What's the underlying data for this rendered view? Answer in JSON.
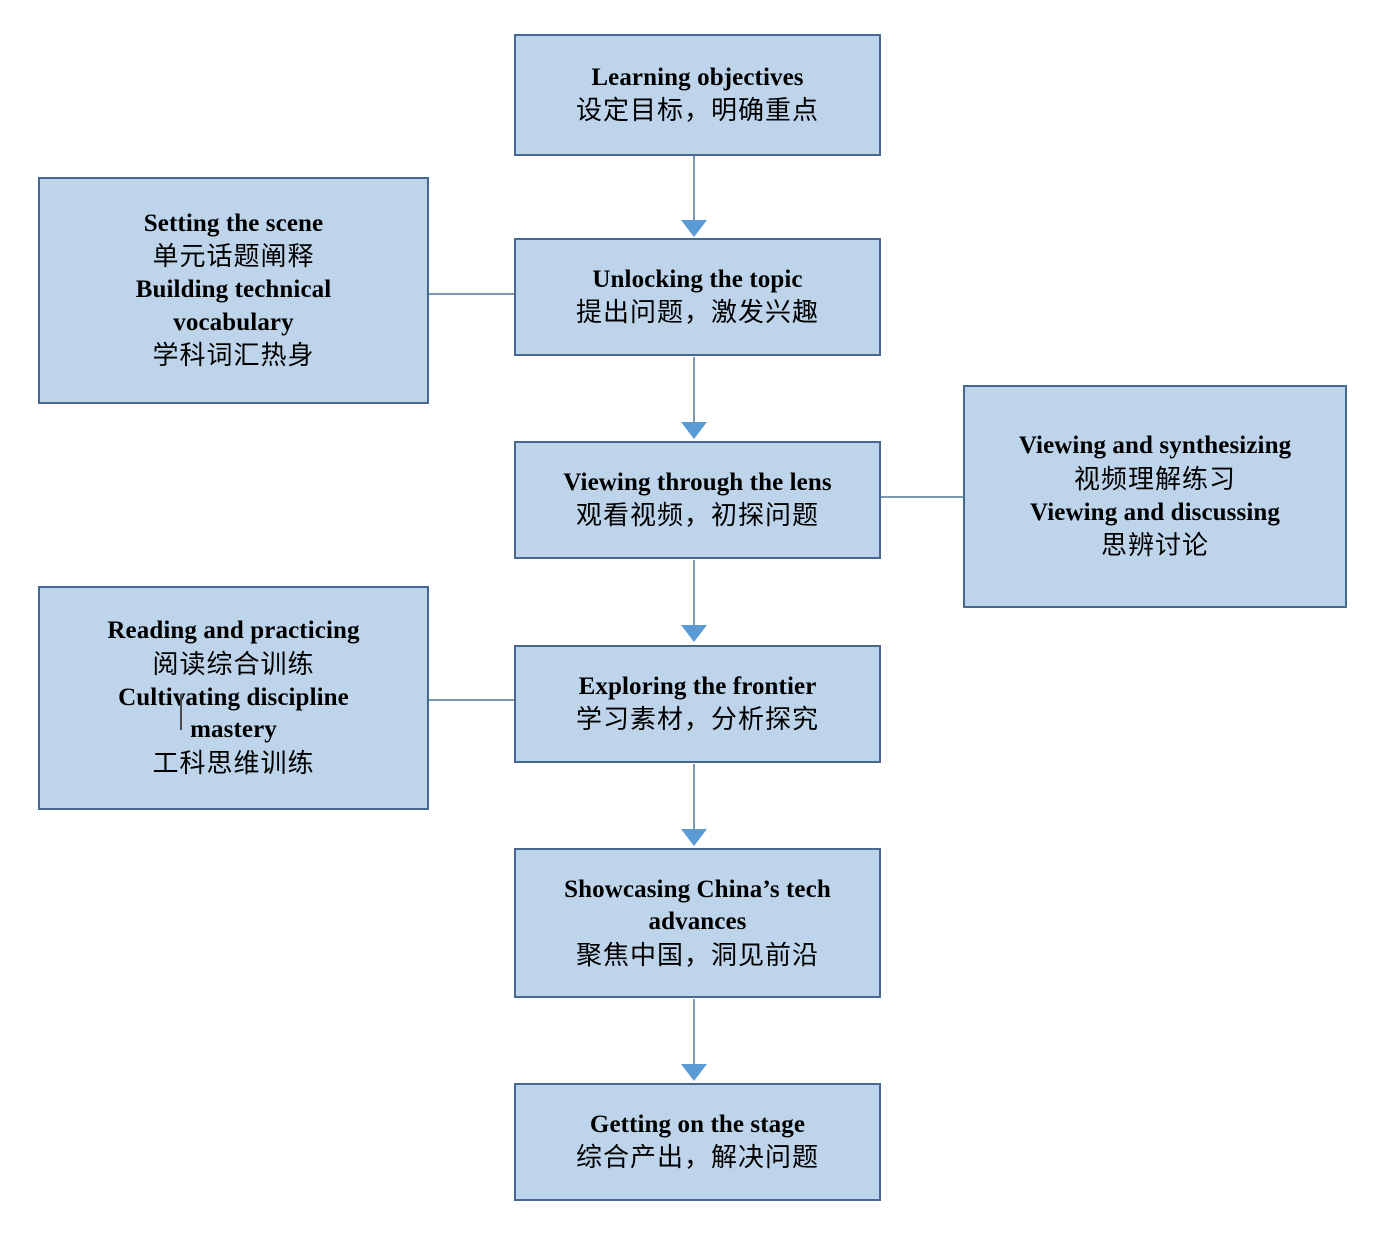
{
  "diagram": {
    "title": "Teaching flow chart",
    "palette": {
      "node_fill": "#bdd4ea",
      "node_border": "#48698f",
      "connector": "#7d98b3",
      "arrowhead": "#5b9bd5",
      "text": "#000000",
      "background": "#ffffff"
    },
    "main_flow": [
      {
        "id": "learning-objectives",
        "en": "Learning objectives",
        "cn": "设定目标，明确重点"
      },
      {
        "id": "unlocking-the-topic",
        "en": "Unlocking the topic",
        "cn": "提出问题，激发兴趣"
      },
      {
        "id": "viewing-through-the-lens",
        "en": "Viewing through the lens",
        "cn": "观看视频，初探问题"
      },
      {
        "id": "exploring-the-frontier",
        "en": "Exploring the frontier",
        "cn": "学习素材，分析探究"
      },
      {
        "id": "showcasing-china-tech-advances",
        "en": "Showcasing China’s tech advances",
        "cn": "聚焦中国，洞见前沿"
      },
      {
        "id": "getting-on-the-stage",
        "en": "Getting on the stage",
        "cn": "综合产出，解决问题"
      }
    ],
    "side_notes": [
      {
        "id": "setting-the-scene",
        "side": "left",
        "lines": [
          {
            "text": "Setting the scene",
            "lang": "en"
          },
          {
            "text": "单元话题阐释",
            "lang": "cn"
          },
          {
            "text": "Building technical vocabulary",
            "lang": "en"
          },
          {
            "text": "学科词汇热身",
            "lang": "cn"
          }
        ]
      },
      {
        "id": "reading-and-practicing",
        "side": "left",
        "lines": [
          {
            "text": "Reading and practicing",
            "lang": "en"
          },
          {
            "text": "阅读综合训练",
            "lang": "cn"
          },
          {
            "text": "Cultivating discipline mastery",
            "lang": "en"
          },
          {
            "text": "工科思维训练",
            "lang": "cn"
          }
        ]
      },
      {
        "id": "viewing-and-synthesizing",
        "side": "right",
        "lines": [
          {
            "text": "Viewing and synthesizing",
            "lang": "en"
          },
          {
            "text": "视频理解练习",
            "lang": "cn"
          },
          {
            "text": "Viewing and discussing",
            "lang": "en"
          },
          {
            "text": "思辨讨论",
            "lang": "cn"
          }
        ]
      }
    ],
    "connections": [
      {
        "from": "learning-objectives",
        "to": "unlocking-the-topic",
        "kind": "arrow-down"
      },
      {
        "from": "unlocking-the-topic",
        "to": "viewing-through-the-lens",
        "kind": "arrow-down"
      },
      {
        "from": "viewing-through-the-lens",
        "to": "exploring-the-frontier",
        "kind": "arrow-down"
      },
      {
        "from": "exploring-the-frontier",
        "to": "showcasing-china-tech-advances",
        "kind": "arrow-down"
      },
      {
        "from": "showcasing-china-tech-advances",
        "to": "getting-on-the-stage",
        "kind": "arrow-down"
      },
      {
        "from": "setting-the-scene",
        "to": "unlocking-the-topic",
        "kind": "line-horizontal"
      },
      {
        "from": "reading-and-practicing",
        "to": "exploring-the-frontier",
        "kind": "line-horizontal"
      },
      {
        "from": "viewing-and-synthesizing",
        "to": "viewing-through-the-lens",
        "kind": "line-horizontal"
      }
    ]
  }
}
